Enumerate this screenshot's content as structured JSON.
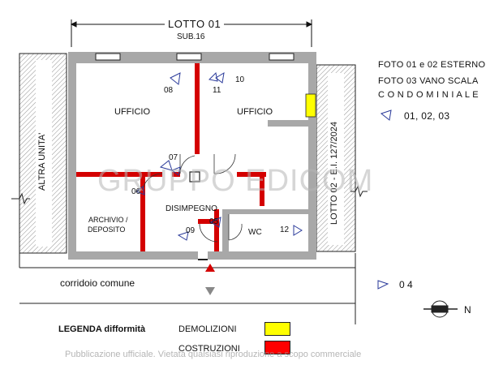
{
  "header": {
    "lot_label": "LOTTO 01",
    "sub_label": "SUB.16"
  },
  "rooms": {
    "office_left": "UFFICIO",
    "office_right": "UFFICIO",
    "hallway": "DISIMPEGNO",
    "archive_line1": "ARCHIVIO /",
    "archive_line2": "DEPOSITO",
    "wc": "WC"
  },
  "side_labels": {
    "left": "ALTRA UNITA'",
    "right": "LOTTO 02 - E.I. 127/2024",
    "corridor": "corridoio comune"
  },
  "photo_points": {
    "p08": "08",
    "p11": "11",
    "p10": "10",
    "p07": "07",
    "p06": "06",
    "p05": "05",
    "p09": "09",
    "p12": "12",
    "p04": "0 4"
  },
  "photo_info": {
    "line1": "FOTO 01 e 02   ESTERNO",
    "line2": "FOTO 03   VANO SCALA",
    "line3": "C O N D O M I N I A L E",
    "ref": "01, 02, 03"
  },
  "compass": {
    "label": "N"
  },
  "legend": {
    "title": "LEGENDA difformità",
    "demolitions": "DEMOLIZIONI",
    "constructions": "COSTRUZIONI",
    "demolitions_color": "#ffff00",
    "constructions_color": "#e00000"
  },
  "watermark": "GRUPPO EDICOM",
  "footer": "Pubblicazione ufficiale. Vietata qualsiasi riproduzione a scopo commerciale"
}
